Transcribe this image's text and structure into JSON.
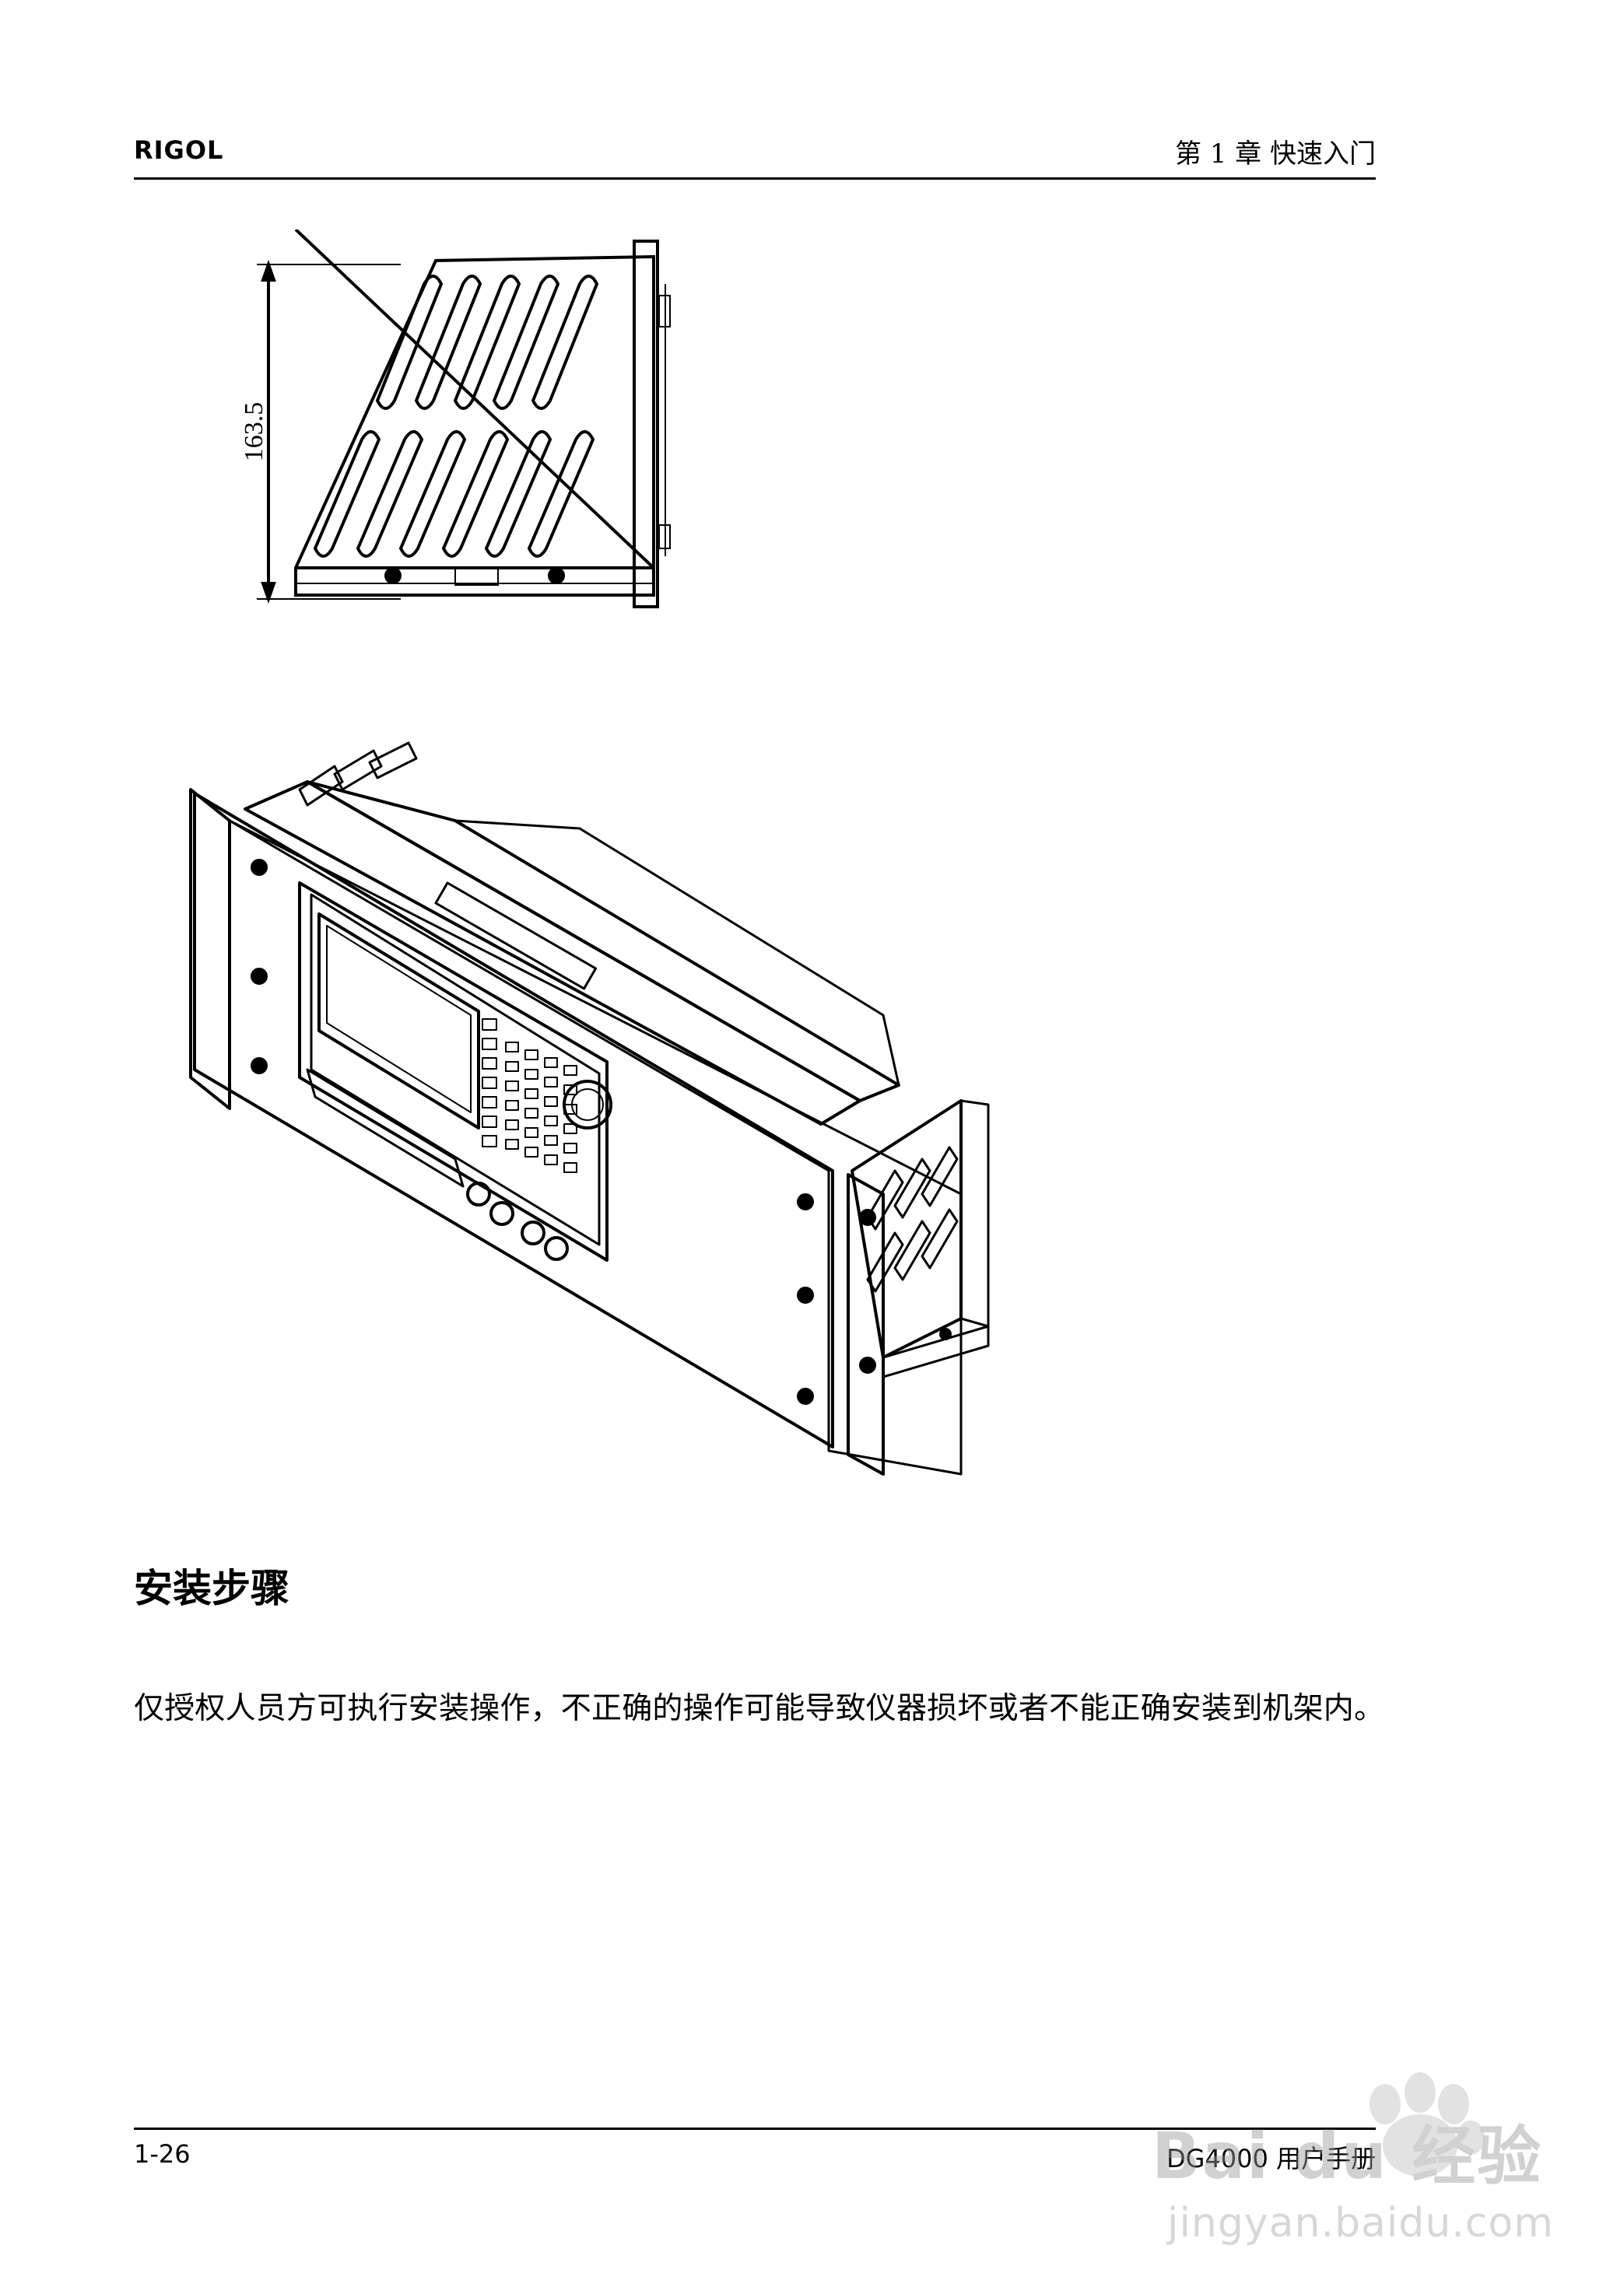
{
  "header": {
    "brand": "RIGOL",
    "chapter": "第 1 章  快速入门"
  },
  "figure_side": {
    "dimension_label": "163.5"
  },
  "section": {
    "title": "安装步骤",
    "paragraph": "仅授权人员方可执行安装操作，不正确的操作可能导致仪器损坏或者不能正确安装到机架内。"
  },
  "footer": {
    "page_number": "1-26",
    "manual_name": "DG4000 用户手册"
  },
  "watermark": {
    "logo_text": "Bai du 经验",
    "url": "jingyan.baidu.com"
  }
}
